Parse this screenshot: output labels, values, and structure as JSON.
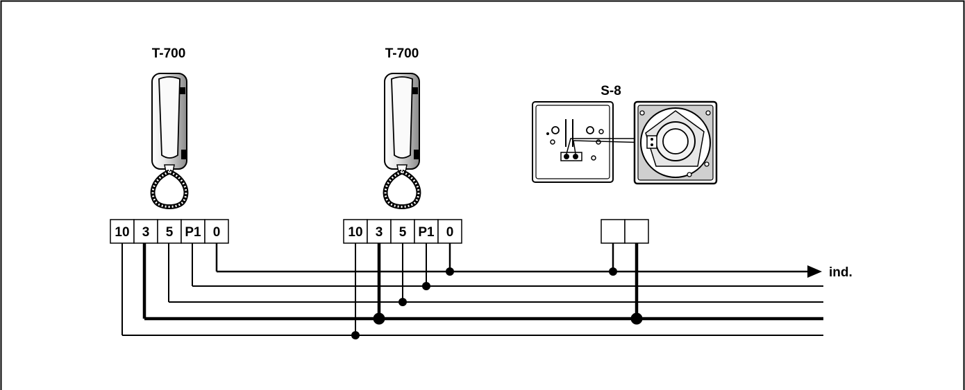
{
  "devices": [
    {
      "label": "T-700",
      "terminals": [
        "10",
        "3",
        "5",
        "P1",
        "0"
      ]
    },
    {
      "label": "T-700",
      "terminals": [
        "10",
        "3",
        "5",
        "P1",
        "0"
      ]
    },
    {
      "label": "S-8",
      "terminals": [
        "",
        ""
      ]
    }
  ],
  "bus": {
    "arrow_label": "ind."
  },
  "colors": {
    "line": "#000000",
    "fill": "#ffffff",
    "device_fill": "#d9d9d9"
  }
}
